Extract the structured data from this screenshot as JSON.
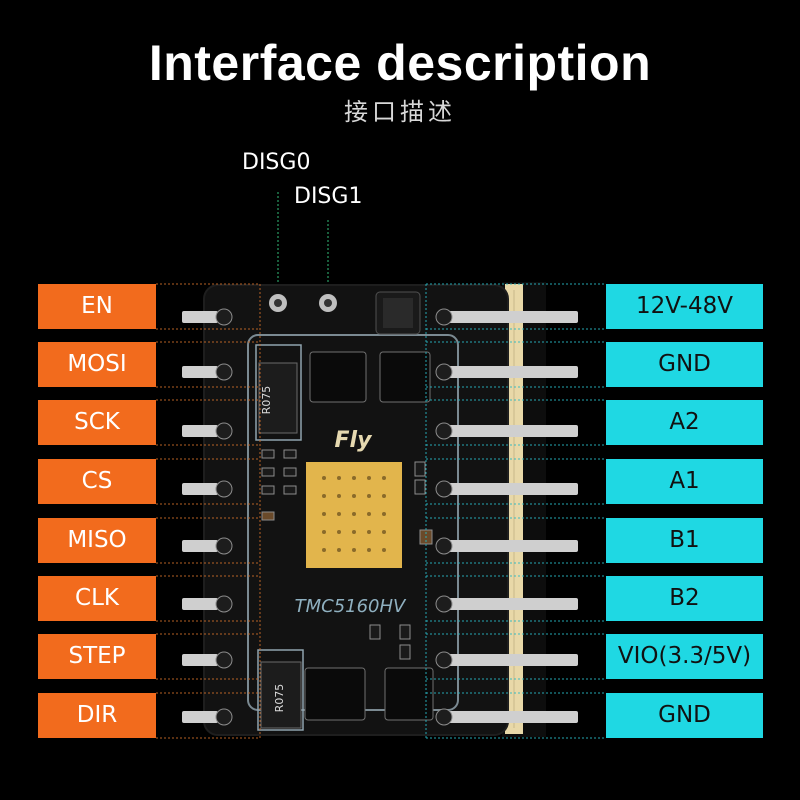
{
  "header": {
    "title": "Interface description",
    "subtitle": "接口描述"
  },
  "top_pins": [
    {
      "label": "DISG0"
    },
    {
      "label": "DISG1"
    }
  ],
  "left_pins": [
    "EN",
    "MOSI",
    "SCK",
    "CS",
    "MISO",
    "CLK",
    "STEP",
    "DIR"
  ],
  "right_pins": [
    "12V-48V",
    "GND",
    "A2",
    "A1",
    "B1",
    "B2",
    "VIO(3.3/5V)",
    "GND"
  ],
  "board": {
    "brand": "Fly",
    "chip": "TMC5160HV",
    "resistor_top": "R075",
    "resistor_bottom": "R075"
  },
  "colors": {
    "left_label_bg": "#f26b1d",
    "right_label_bg": "#1fd8e3",
    "pcb": "#121212",
    "gold_pad": "#e2b54c",
    "pin": "#cfcfcf",
    "guide_line": "#2a9d64"
  }
}
